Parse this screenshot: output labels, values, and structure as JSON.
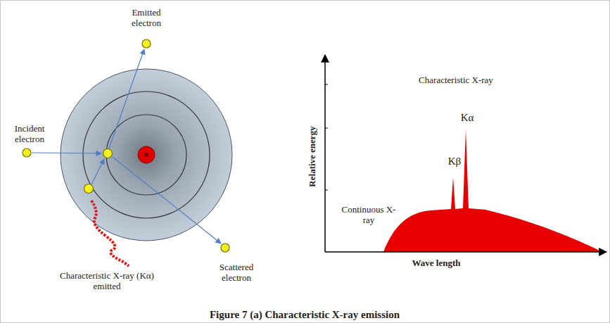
{
  "diagram": {
    "caption": "Figure 7 (a) Characteristic X-ray emission",
    "labels": [
      "Emitted electron",
      "Incident electron",
      "Characteristic X-ray (Kα) emitted",
      "Scattered electron",
      "Relative energy",
      "Wave length",
      "Characteristic X-ray",
      "Kα",
      "Kβ",
      "Continuous X-ray"
    ]
  }
}
